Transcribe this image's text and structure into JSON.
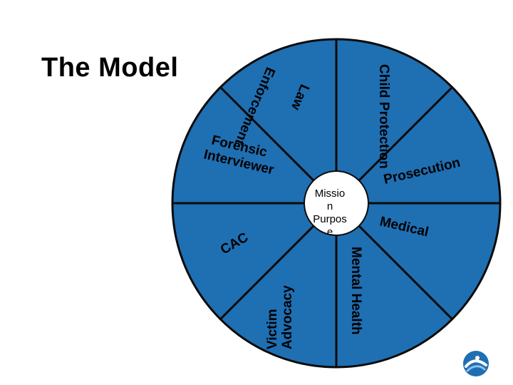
{
  "title": "The Model",
  "hub": {
    "lines": [
      "Missio",
      "n",
      "Purpos",
      "e"
    ]
  },
  "segments": {
    "child_protection": "Child Protection",
    "law_enforcement_1": "Law",
    "law_enforcement_2": "Enforcement",
    "forensic_1": "Forensic",
    "forensic_2": "Interviewer",
    "prosecution": "Prosecution",
    "medical": "Medical",
    "cac": "CAC",
    "mental_health": "Mental Health",
    "victim_advocacy_1": "Victim",
    "victim_advocacy_2": "Advocacy"
  },
  "colors": {
    "wheel_fill": "#1f6fb3",
    "wheel_stroke": "#0b0b0b",
    "hub_fill": "#ffffff"
  },
  "logo": {
    "icon": "organization-logo-icon"
  }
}
